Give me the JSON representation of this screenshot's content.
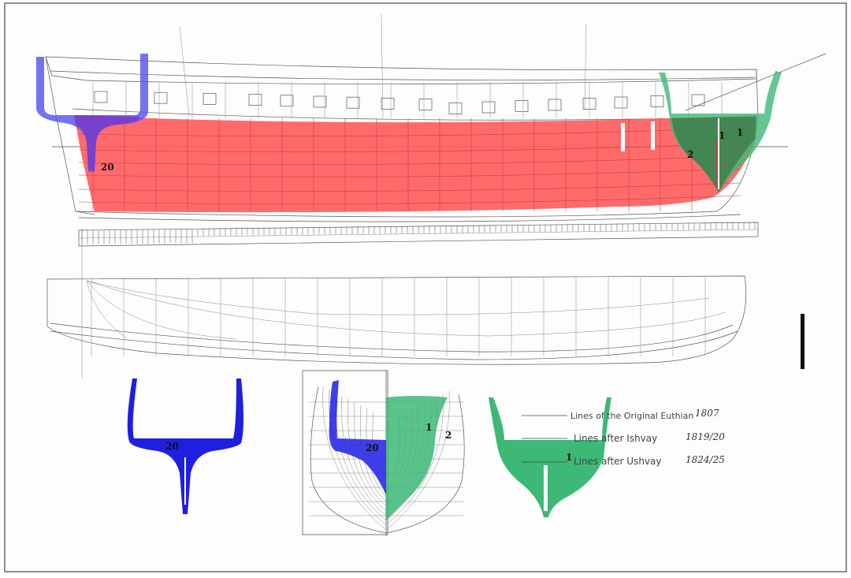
{
  "section_numbers": {
    "stern": "20",
    "bow_a": "1",
    "bow_b": "2",
    "blue_section": "20",
    "body_stern": "20",
    "body_bow_a": "1",
    "body_bow_b": "2",
    "green_section": "1"
  },
  "legend": [
    {
      "label": "Lines of the Original Euthian",
      "year": "1807"
    },
    {
      "label": "Lines after Ishvay",
      "year": "1819/20"
    },
    {
      "label": "Lines after Ushvay",
      "year": "1824/25"
    }
  ],
  "colors": {
    "red_overlay": "#ff5a5a",
    "blue_overlay": "#1f1fe0",
    "green_overlay": "#3db877",
    "purple_overlay": "#7a3cc8",
    "line": "#444444"
  }
}
